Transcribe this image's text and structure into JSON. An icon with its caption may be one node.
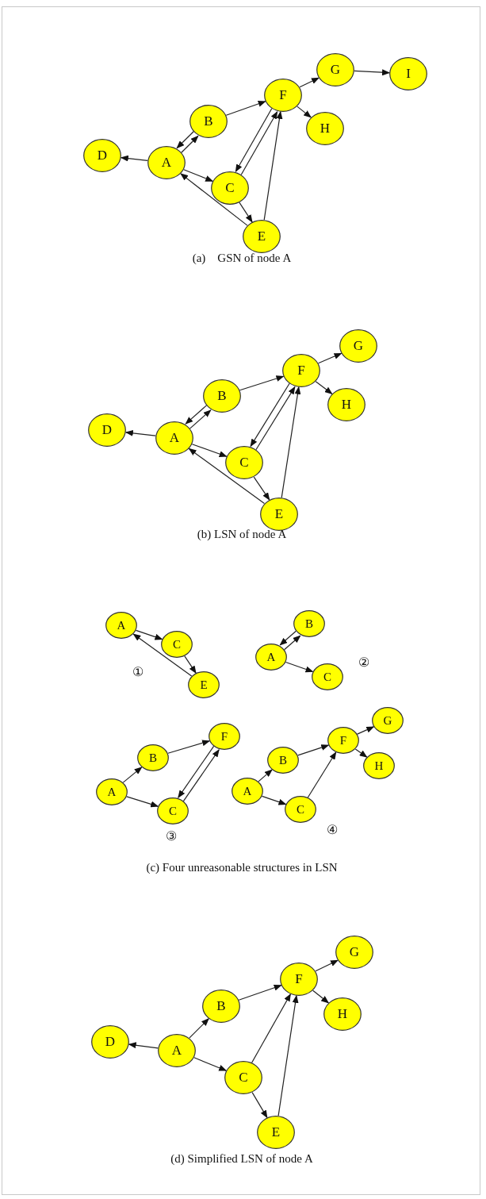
{
  "diagram": {
    "nodes": [
      {
        "text": [
          "A"
        ]
      },
      {
        "text": [
          "B"
        ]
      },
      {
        "text": [
          "C"
        ]
      },
      {
        "text": [
          "D"
        ]
      },
      {
        "text": [
          "E"
        ]
      },
      {
        "text": [
          "F"
        ]
      },
      {
        "text": [
          "G"
        ]
      },
      {
        "text": [
          "H"
        ]
      },
      {
        "text": [
          "I"
        ]
      },
      {
        "text": [
          "A"
        ]
      },
      {
        "text": [
          "B"
        ]
      },
      {
        "text": [
          "C"
        ]
      },
      {
        "text": [
          "D"
        ]
      },
      {
        "text": [
          "E"
        ]
      },
      {
        "text": [
          "F"
        ]
      },
      {
        "text": [
          "G"
        ]
      },
      {
        "text": [
          "H"
        ]
      },
      {
        "text": [
          "A"
        ]
      },
      {
        "text": [
          "C"
        ]
      },
      {
        "text": [
          "E"
        ]
      },
      {
        "text": [
          "A"
        ]
      },
      {
        "text": [
          "B"
        ]
      },
      {
        "text": [
          "C"
        ]
      },
      {
        "text": [
          "A"
        ]
      },
      {
        "text": [
          "B"
        ]
      },
      {
        "text": [
          "C"
        ]
      },
      {
        "text": [
          "F"
        ]
      },
      {
        "text": [
          "A"
        ]
      },
      {
        "text": [
          "B"
        ]
      },
      {
        "text": [
          "C"
        ]
      },
      {
        "text": [
          "F"
        ]
      },
      {
        "text": [
          "G"
        ]
      },
      {
        "text": [
          "H"
        ]
      },
      {
        "text": [
          "A"
        ]
      },
      {
        "text": [
          "B"
        ]
      },
      {
        "text": [
          "C"
        ]
      },
      {
        "text": [
          "D"
        ]
      },
      {
        "text": [
          "E"
        ]
      },
      {
        "text": [
          "F"
        ]
      },
      {
        "text": [
          "G"
        ]
      },
      {
        "text": [
          "H"
        ]
      }
    ],
    "edges": [
      {
        "from": 0,
        "to": 3,
        "arrow": "to"
      },
      {
        "from": 0,
        "to": 1,
        "arrow": "to"
      },
      {
        "from": 1,
        "to": 0,
        "arrow": "to"
      },
      {
        "from": 0,
        "to": 2,
        "arrow": "to"
      },
      {
        "from": 4,
        "to": 0,
        "arrow": "to"
      },
      {
        "from": 1,
        "to": 5,
        "arrow": "to"
      },
      {
        "from": 5,
        "to": 2,
        "arrow": "to"
      },
      {
        "from": 2,
        "to": 5,
        "arrow": "to"
      },
      {
        "from": 2,
        "to": 4,
        "arrow": "to"
      },
      {
        "from": 4,
        "to": 5,
        "arrow": "to"
      },
      {
        "from": 5,
        "to": 6,
        "arrow": "to"
      },
      {
        "from": 5,
        "to": 7,
        "arrow": "to"
      },
      {
        "from": 6,
        "to": 8,
        "arrow": "to"
      },
      {
        "from": 9,
        "to": 12,
        "arrow": "to"
      },
      {
        "from": 9,
        "to": 10,
        "arrow": "to"
      },
      {
        "from": 10,
        "to": 9,
        "arrow": "to"
      },
      {
        "from": 9,
        "to": 11,
        "arrow": "to"
      },
      {
        "from": 13,
        "to": 9,
        "arrow": "to"
      },
      {
        "from": 10,
        "to": 14,
        "arrow": "to"
      },
      {
        "from": 14,
        "to": 11,
        "arrow": "to"
      },
      {
        "from": 11,
        "to": 14,
        "arrow": "to"
      },
      {
        "from": 11,
        "to": 13,
        "arrow": "to"
      },
      {
        "from": 13,
        "to": 14,
        "arrow": "to"
      },
      {
        "from": 14,
        "to": 15,
        "arrow": "to"
      },
      {
        "from": 14,
        "to": 16,
        "arrow": "to"
      },
      {
        "from": 17,
        "to": 18,
        "arrow": "to"
      },
      {
        "from": 18,
        "to": 19,
        "arrow": "to"
      },
      {
        "from": 19,
        "to": 17,
        "arrow": "to"
      },
      {
        "from": 20,
        "to": 21,
        "arrow": "to"
      },
      {
        "from": 21,
        "to": 20,
        "arrow": "to"
      },
      {
        "from": 20,
        "to": 22,
        "arrow": "to"
      },
      {
        "from": 23,
        "to": 24,
        "arrow": "to"
      },
      {
        "from": 23,
        "to": 25,
        "arrow": "to"
      },
      {
        "from": 24,
        "to": 26,
        "arrow": "to"
      },
      {
        "from": 26,
        "to": 25,
        "arrow": "to"
      },
      {
        "from": 25,
        "to": 26,
        "arrow": "to"
      },
      {
        "from": 27,
        "to": 28,
        "arrow": "to"
      },
      {
        "from": 27,
        "to": 29,
        "arrow": "to"
      },
      {
        "from": 28,
        "to": 30,
        "arrow": "to"
      },
      {
        "from": 29,
        "to": 30,
        "arrow": "to"
      },
      {
        "from": 30,
        "to": 31,
        "arrow": "to"
      },
      {
        "from": 30,
        "to": 32,
        "arrow": "to"
      },
      {
        "from": 33,
        "to": 36,
        "arrow": "to"
      },
      {
        "from": 33,
        "to": 34,
        "arrow": "to"
      },
      {
        "from": 33,
        "to": 35,
        "arrow": "to"
      },
      {
        "from": 34,
        "to": 38,
        "arrow": "to"
      },
      {
        "from": 35,
        "to": 38,
        "arrow": "to"
      },
      {
        "from": 35,
        "to": 37,
        "arrow": "to"
      },
      {
        "from": 37,
        "to": 38,
        "arrow": "to"
      },
      {
        "from": 38,
        "to": 39,
        "arrow": "to"
      },
      {
        "from": 38,
        "to": 40,
        "arrow": "to"
      }
    ],
    "labels": [
      "(a)    GSN of node A",
      "(b) LSN of node A",
      "①",
      "②",
      "③",
      "④",
      "(c) Four unreasonable structures in LSN",
      "(d) Simplified LSN of node A"
    ]
  }
}
